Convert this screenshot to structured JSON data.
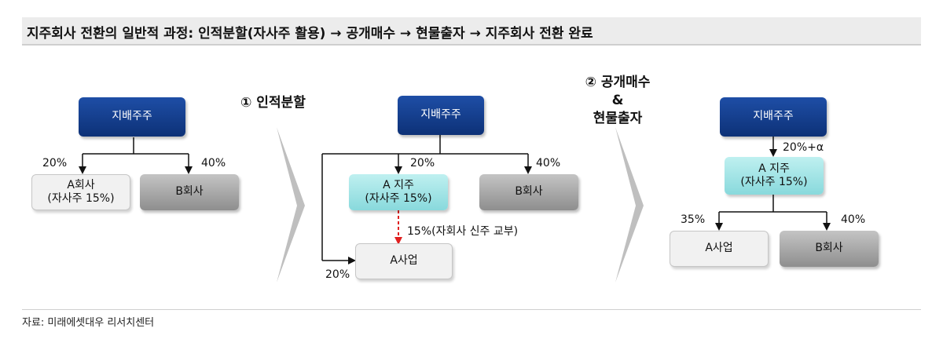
{
  "title": "지주회사 전환의 일반적 과정: 인적분할(자사주 활용) → 공개매수 → 현물출자 → 지주회사 전환 완료",
  "source": "자료: 미래에셋대우 리서치센터",
  "stage1": {
    "parent": "지배주주",
    "a_box": [
      "A회사",
      "(자사주 15%)"
    ],
    "b_box": "B회사",
    "pct_a": "20%",
    "pct_b": "40%"
  },
  "step1_label": "① 인적분할",
  "stage2": {
    "parent": "지배주주",
    "a_box": [
      "A 지주",
      "(자사주 15%)"
    ],
    "b_box": "B회사",
    "biz_box": "A사업",
    "pct_a": "20%",
    "pct_b": "40%",
    "pct_direct": "20%",
    "treasury_note": "15%(자회사 신주 교부)"
  },
  "step2_label": [
    "② 공개매수",
    "&",
    "현물출자"
  ],
  "stage3": {
    "parent": "지배주주",
    "hold_box": [
      "A 지주",
      "(자사주 15%)"
    ],
    "biz_box": "A사업",
    "b_box": "B회사",
    "pct_hold": "20%+α",
    "pct_biz": "35%",
    "pct_b": "40%"
  },
  "colors": {
    "navy": "#0d3177",
    "teal": "#88d9dc",
    "gray": "#8e8e8e",
    "red_dashed": "#e02020"
  }
}
